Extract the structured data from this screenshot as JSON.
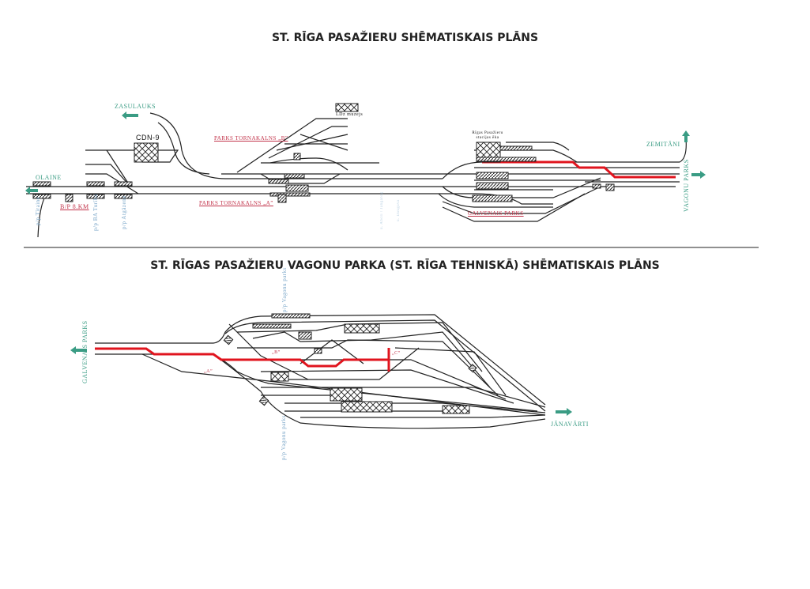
{
  "title_top": "ST. RĪGA PASAŽIERU SHĒMATISKAIS PLĀNS",
  "title_bottom": "ST. RĪGAS PASAŽIERU VAGONU PARKA (ST. RĪGA TEHNISKĀ) SHĒMATISKAIS PLĀNS",
  "top_plan": {
    "zasulauks": "ZASULAUKS",
    "olaine": "OLAINE",
    "cdn9": "CDN-9",
    "ldz_muzejs": "LDz muzejs",
    "parks_b": "PARKS TORNAKALNS „B”",
    "parks_a": "PARKS TORNAKALNS „A”",
    "bp_8km": "B/P 8.KM",
    "pp_tiraine": "p/p Tīraine",
    "pp_turiba": "p/p BA Turība",
    "pp_atgazene": "p/p Atgāzene",
    "pp_faint_1": "u. Aboli / Jangaroģ",
    "pp_faint_2": "u. Daugava",
    "station_building": "Rīgas Pasažieru stacijas ēka",
    "galvenais_parks": "GALVENAIS PARKS",
    "zemitani": "ZEMITĀNI",
    "vagonu_parks": "VAGONU PARKS"
  },
  "bottom_plan": {
    "galvenais_parks": "GALVENAIS PARKS",
    "pp_vagonu_parks_top": "p/p Vagonu parks",
    "pp_vagonu_parks_bottom": "p/p Vagonu parks",
    "janavarti": "JĀNAVĀRTI",
    "label_a": "„A”",
    "label_b": "„B”",
    "label_c": "„C”"
  },
  "colors": {
    "route": "#e0141e",
    "direction": "#3a9c84",
    "park_label": "#c2334a"
  }
}
